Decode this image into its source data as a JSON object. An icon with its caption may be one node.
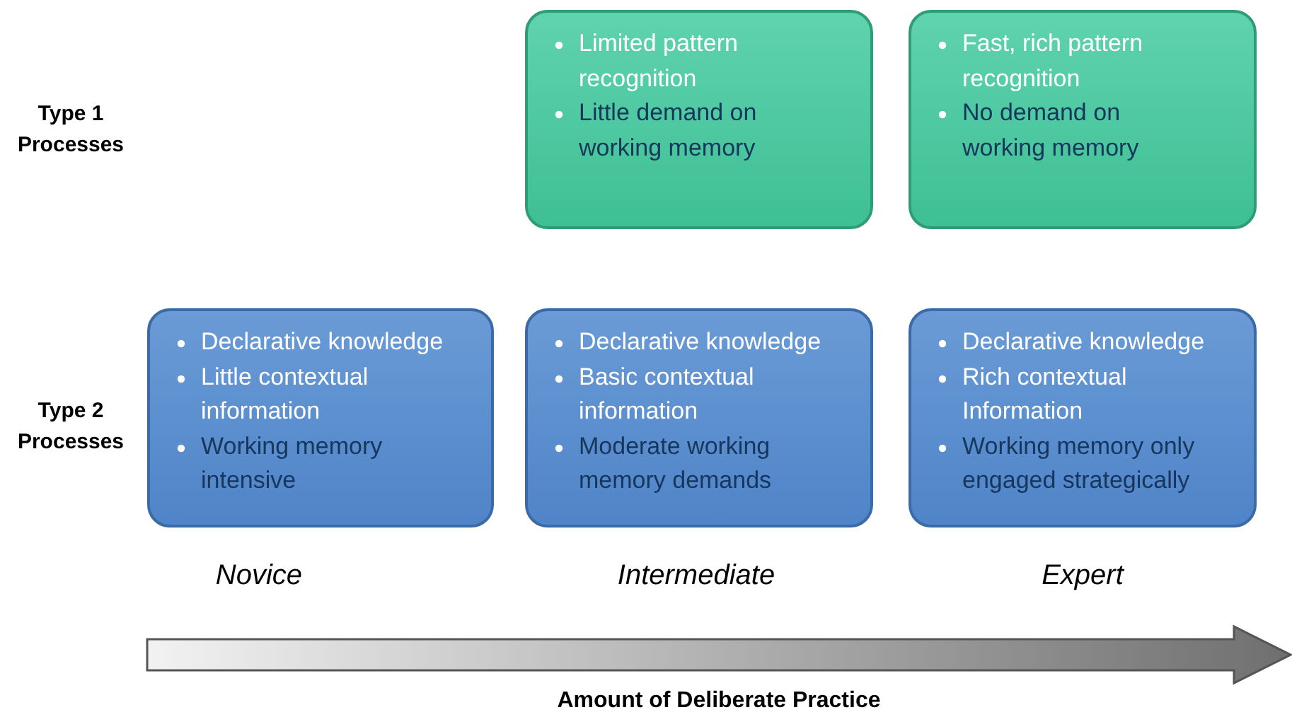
{
  "diagram": {
    "nodes": [
      {
        "text": [
          "Limited pattern recognition",
          "Little demand on working memory"
        ]
      },
      {
        "text": [
          "Fast, rich pattern recognition",
          "No demand on working memory"
        ]
      },
      {
        "text": [
          "Declarative knowledge",
          "Little contextual information",
          "Working memory intensive"
        ]
      },
      {
        "text": [
          "Declarative knowledge",
          "Basic contextual information",
          "Moderate working memory demands"
        ]
      },
      {
        "text": [
          "Declarative knowledge",
          "Rich contextual Information",
          "Working memory only engaged strategically"
        ]
      }
    ],
    "edges": [],
    "labels": [
      "Type 1 Processes",
      "Type 2 Processes",
      "Novice",
      "Intermediate",
      "Expert",
      "Amount of Deliberate Practice"
    ]
  }
}
